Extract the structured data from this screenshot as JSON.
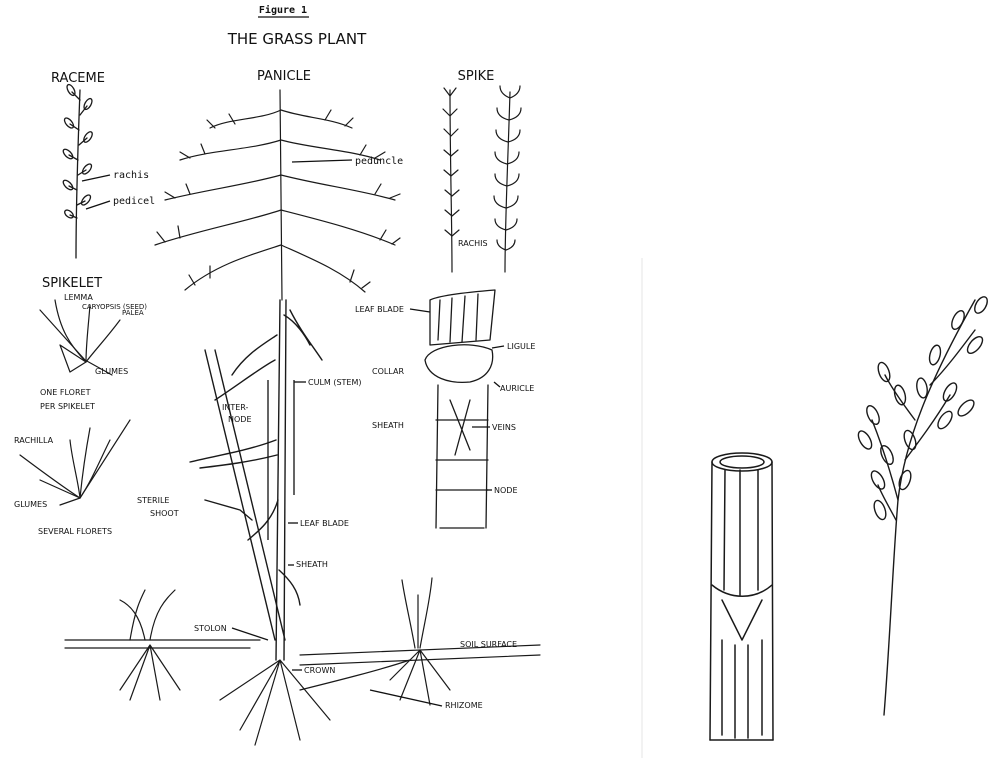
{
  "figure": {
    "number": "Figure 1",
    "title": "THE GRASS PLANT"
  },
  "sections": {
    "raceme": "RACEME",
    "panicle": "PANICLE",
    "spike": "SPIKE",
    "spikelet": "SPIKELET"
  },
  "labels": {
    "rachis_raceme": "rachis",
    "pedicel": "pedicel",
    "peduncle": "peduncle",
    "rachis_spike": "RACHIS",
    "lemma": "LEMMA",
    "caryopsis": "CARYOPSIS (SEED)",
    "palea": "PALEA",
    "glumes_top": "GLUMES",
    "one_floret_1": "ONE FLORET",
    "one_floret_2": "PER SPIKELET",
    "rachilla": "RACHILLA",
    "glumes_bottom": "GLUMES",
    "several_florets": "SEVERAL FLORETS",
    "leaf_blade_top": "LEAF BLADE",
    "ligule": "LIGULE",
    "collar": "COLLAR",
    "auricle": "AURICLE",
    "sheath_right": "SHEATH",
    "veins": "VEINS",
    "node": "NODE",
    "culm": "CULM (STEM)",
    "internode_1": "INTER-",
    "internode_2": "NODE",
    "sterile_1": "STERILE",
    "sterile_2": "SHOOT",
    "leaf_blade_mid": "LEAF BLADE",
    "sheath_mid": "SHEATH",
    "stolon": "STOLON",
    "soil_surface": "SOIL SURFACE",
    "crown": "CROWN",
    "rhizome": "RHIZOME"
  }
}
